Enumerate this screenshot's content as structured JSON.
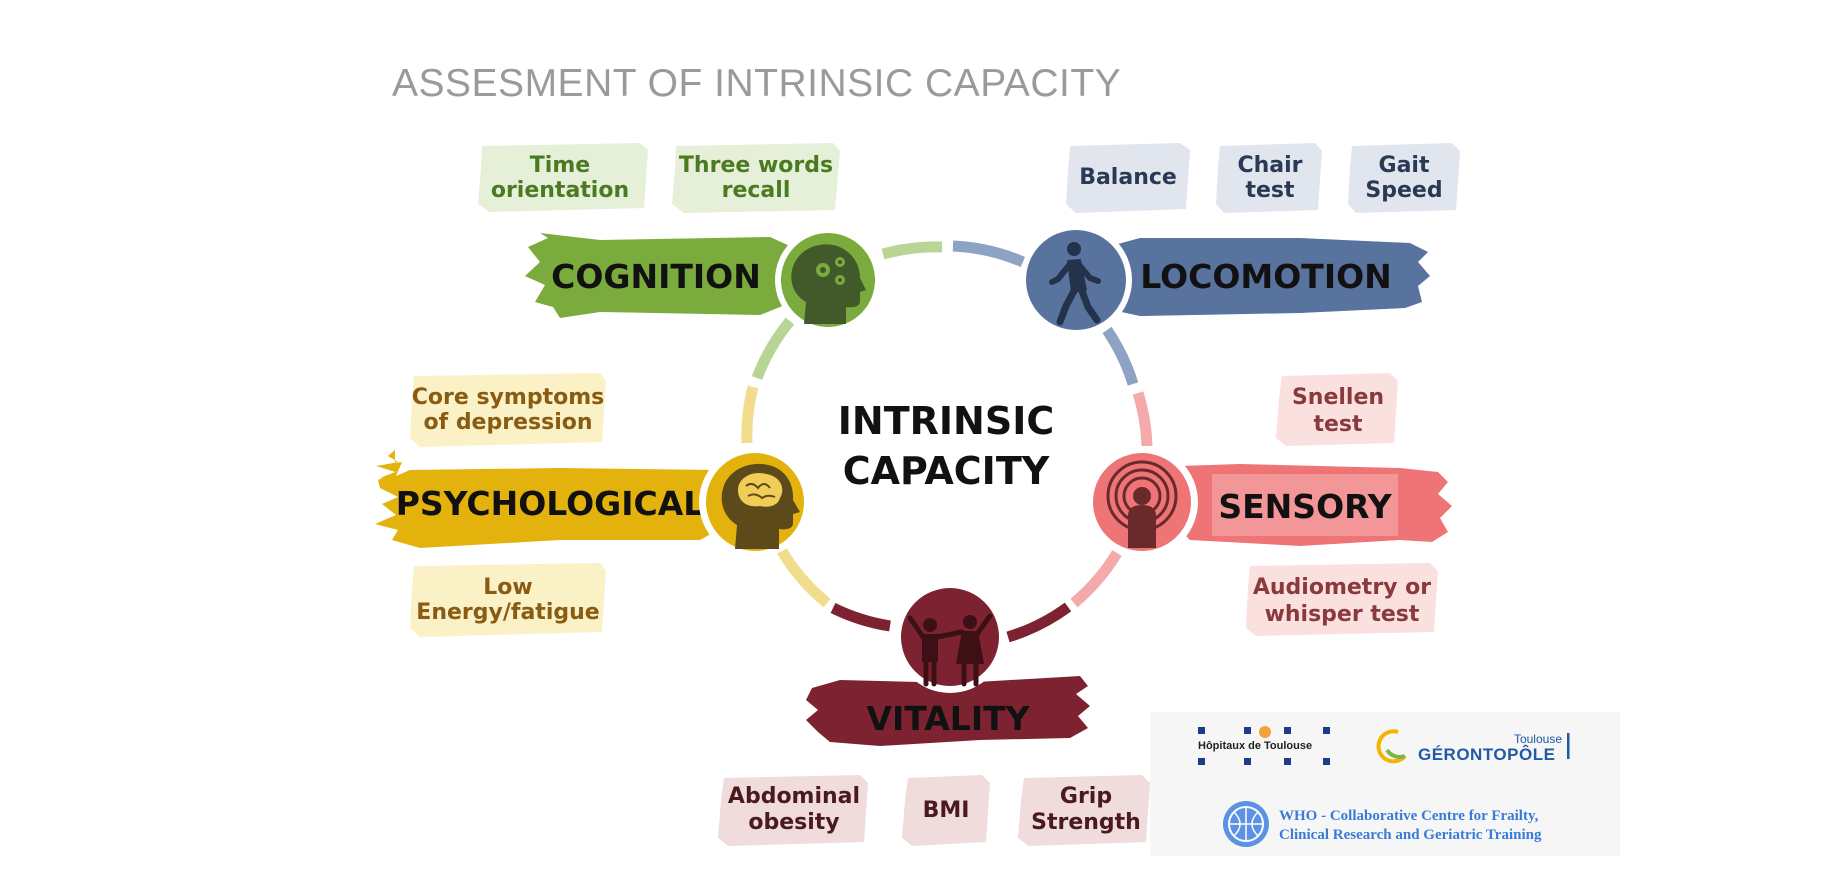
{
  "title": "ASSESMENT OF INTRINSIC CAPACITY",
  "center": {
    "line1": "INTRINSIC",
    "line2": "CAPACITY"
  },
  "domains": {
    "cognition": {
      "label": "COGNITION",
      "icon": "head-gears-icon",
      "color": "#7aab3c",
      "tests": [
        "Time|orientation",
        "Three words|recall"
      ]
    },
    "locomotion": {
      "label": "LOCOMOTION",
      "icon": "walking-person-icon",
      "color": "#57739e",
      "tests": [
        "Balance",
        "Chair|test",
        "Gait|Speed"
      ]
    },
    "psychological": {
      "label": "PSYCHOLOGICAL",
      "icon": "head-brain-icon",
      "color": "#e3b20c",
      "tests": [
        "Core symptoms|of depression",
        "Low|Energy/fatigue"
      ]
    },
    "sensory": {
      "label": "SENSORY",
      "icon": "person-signal-icon",
      "color": "#ee7476",
      "tests": [
        "Snellen|test",
        "Audiometry or|whisper test"
      ]
    },
    "vitality": {
      "label": "VITALITY",
      "icon": "two-people-icon",
      "color": "#7d2230",
      "tests": [
        "Abdominal|obesity",
        "BMI",
        "Grip|Strength"
      ]
    }
  },
  "logos": {
    "chu": "Hôpitaux de Toulouse",
    "geronto_city": "Toulouse",
    "geronto_name": "GÉRONTOPÔLE",
    "who_line1": "WHO - Collaborative Centre for Frailty,",
    "who_line2": "Clinical Research and Geriatric Training"
  }
}
